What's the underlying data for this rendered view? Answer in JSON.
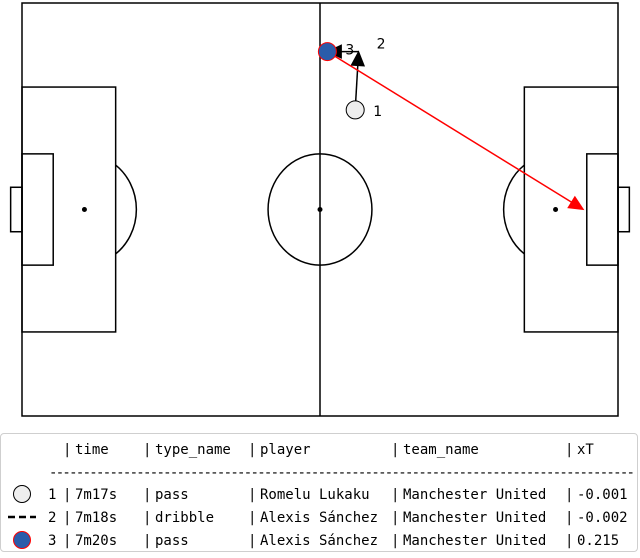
{
  "chart_data": {
    "type": "scatter",
    "title": "",
    "pitch": {
      "length": 105,
      "width": 68,
      "grid": false
    },
    "actions": [
      {
        "label": "1",
        "time": "7m17s",
        "type_name": "pass",
        "player": "Romelu Lukaku",
        "team_name": "Manchester United",
        "xT": "-0.001",
        "start": [
          58.7,
          50.4
        ],
        "end": [
          59.3,
          60.0
        ],
        "color": "#000000",
        "marker": "circle",
        "marker_fill": "#eeeeee",
        "marker_stroke": "#000000"
      },
      {
        "label": "2",
        "time": "7m18s",
        "type_name": "dribble",
        "player": "Alexis Sánchez",
        "team_name": "Manchester United",
        "xT": "-0.002",
        "start": [
          59.3,
          60.0
        ],
        "end": [
          53.8,
          60.0
        ],
        "color": "#000000",
        "marker": "dash",
        "marker_fill": "#000000",
        "marker_stroke": "#000000"
      },
      {
        "label": "3",
        "time": "7m20s",
        "type_name": "pass",
        "player": "Alexis Sánchez",
        "team_name": "Manchester United",
        "xT": "0.215",
        "start": [
          53.8,
          60.0
        ],
        "end": [
          98.9,
          34.0
        ],
        "color": "#ff0000",
        "marker": "circle",
        "marker_fill": "#2b5caa",
        "marker_stroke": "#ff0000"
      }
    ]
  },
  "table": {
    "headers": [
      "time",
      "type_name",
      "player",
      "team_name",
      "xT"
    ],
    "separator": "---------------------------------------------------------------------------------------"
  },
  "colors": {
    "line": "#000000",
    "pass_final": "#ff0000"
  }
}
